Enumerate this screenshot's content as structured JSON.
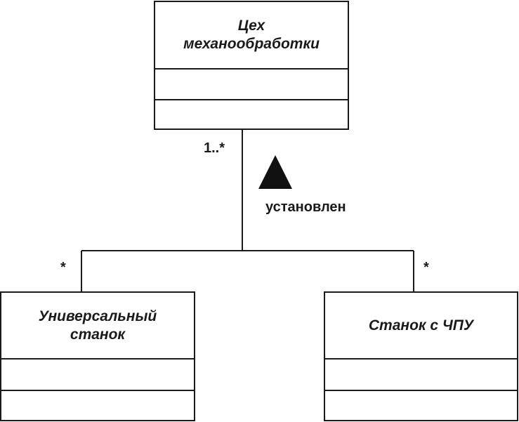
{
  "diagram": {
    "classes": {
      "workshop": {
        "name": "Цех\nмеханообработки"
      },
      "universal": {
        "name": "Универсальный\nстанок"
      },
      "cnc": {
        "name": "Станок с ЧПУ"
      }
    },
    "association": {
      "name": "установлен",
      "direction_marker": "filled-triangle-up",
      "multiplicity_workshop": "1..*",
      "multiplicity_universal": "*",
      "multiplicity_cnc": "*"
    }
  },
  "colors": {
    "line": "#1a1a1a",
    "background": "#ffffff"
  }
}
